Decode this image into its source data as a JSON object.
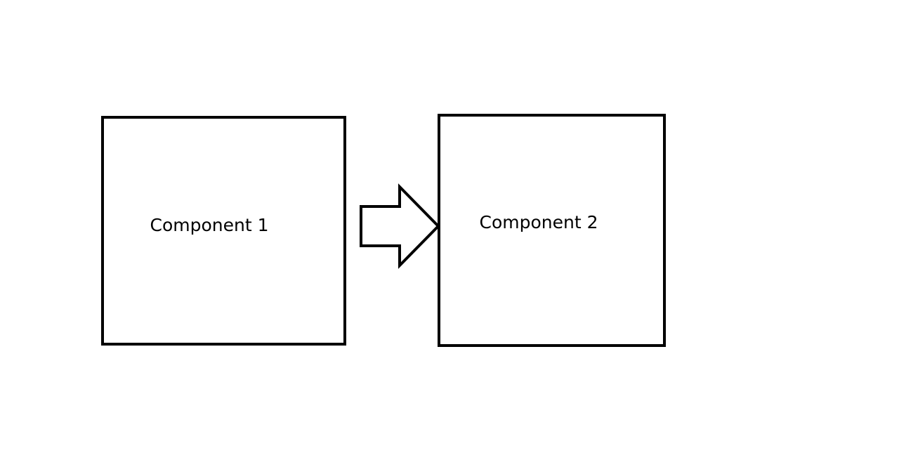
{
  "diagram": {
    "components": [
      {
        "label": "Component 1"
      },
      {
        "label": "Component 2"
      }
    ],
    "connector": {
      "direction": "right",
      "style": "block-arrow-outline"
    },
    "colors": {
      "background": "#ffffff",
      "stroke": "#000000",
      "text": "#000000"
    }
  }
}
